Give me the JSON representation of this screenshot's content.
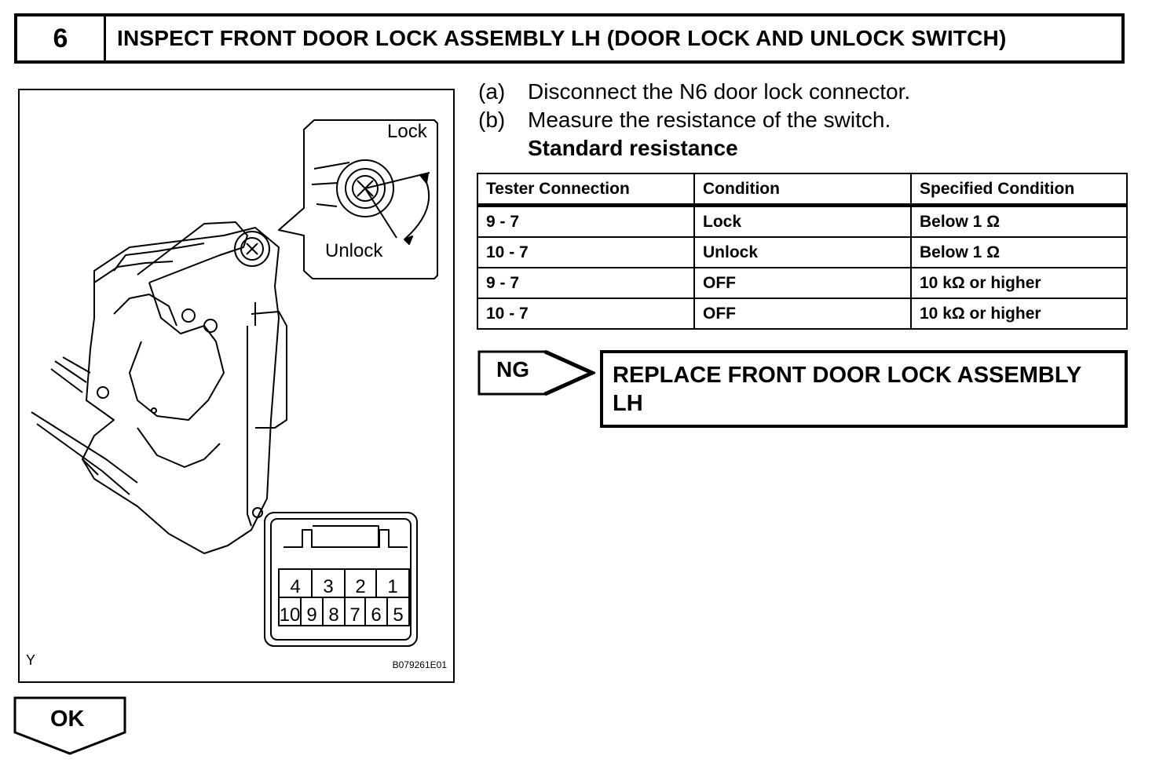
{
  "step": {
    "number": "6",
    "title": "INSPECT FRONT DOOR LOCK ASSEMBLY LH (DOOR LOCK AND UNLOCK SWITCH)"
  },
  "figure": {
    "callout_lock": "Lock",
    "callout_unlock": "Unlock",
    "connector_top": [
      "4",
      "3",
      "2",
      "1"
    ],
    "connector_bottom": [
      "10",
      "9",
      "8",
      "7",
      "6",
      "5"
    ],
    "corner_mark": "Y",
    "code": "B079261E01"
  },
  "instructions": [
    {
      "letter": "(a)",
      "text": "Disconnect the N6 door lock connector."
    },
    {
      "letter": "(b)",
      "text": "Measure the resistance of the switch."
    }
  ],
  "standard_label": "Standard resistance",
  "table": {
    "headers": [
      "Tester Connection",
      "Condition",
      "Specified Condition"
    ],
    "rows": [
      [
        "9 - 7",
        "Lock",
        "Below 1 Ω"
      ],
      [
        "10 - 7",
        "Unlock",
        "Below 1 Ω"
      ],
      [
        "9 - 7",
        "OFF",
        "10 kΩ or higher"
      ],
      [
        "10 - 7",
        "OFF",
        "10 kΩ or higher"
      ]
    ]
  },
  "ng": {
    "label": "NG",
    "action": "REPLACE FRONT DOOR LOCK ASSEMBLY LH"
  },
  "ok": {
    "label": "OK"
  }
}
